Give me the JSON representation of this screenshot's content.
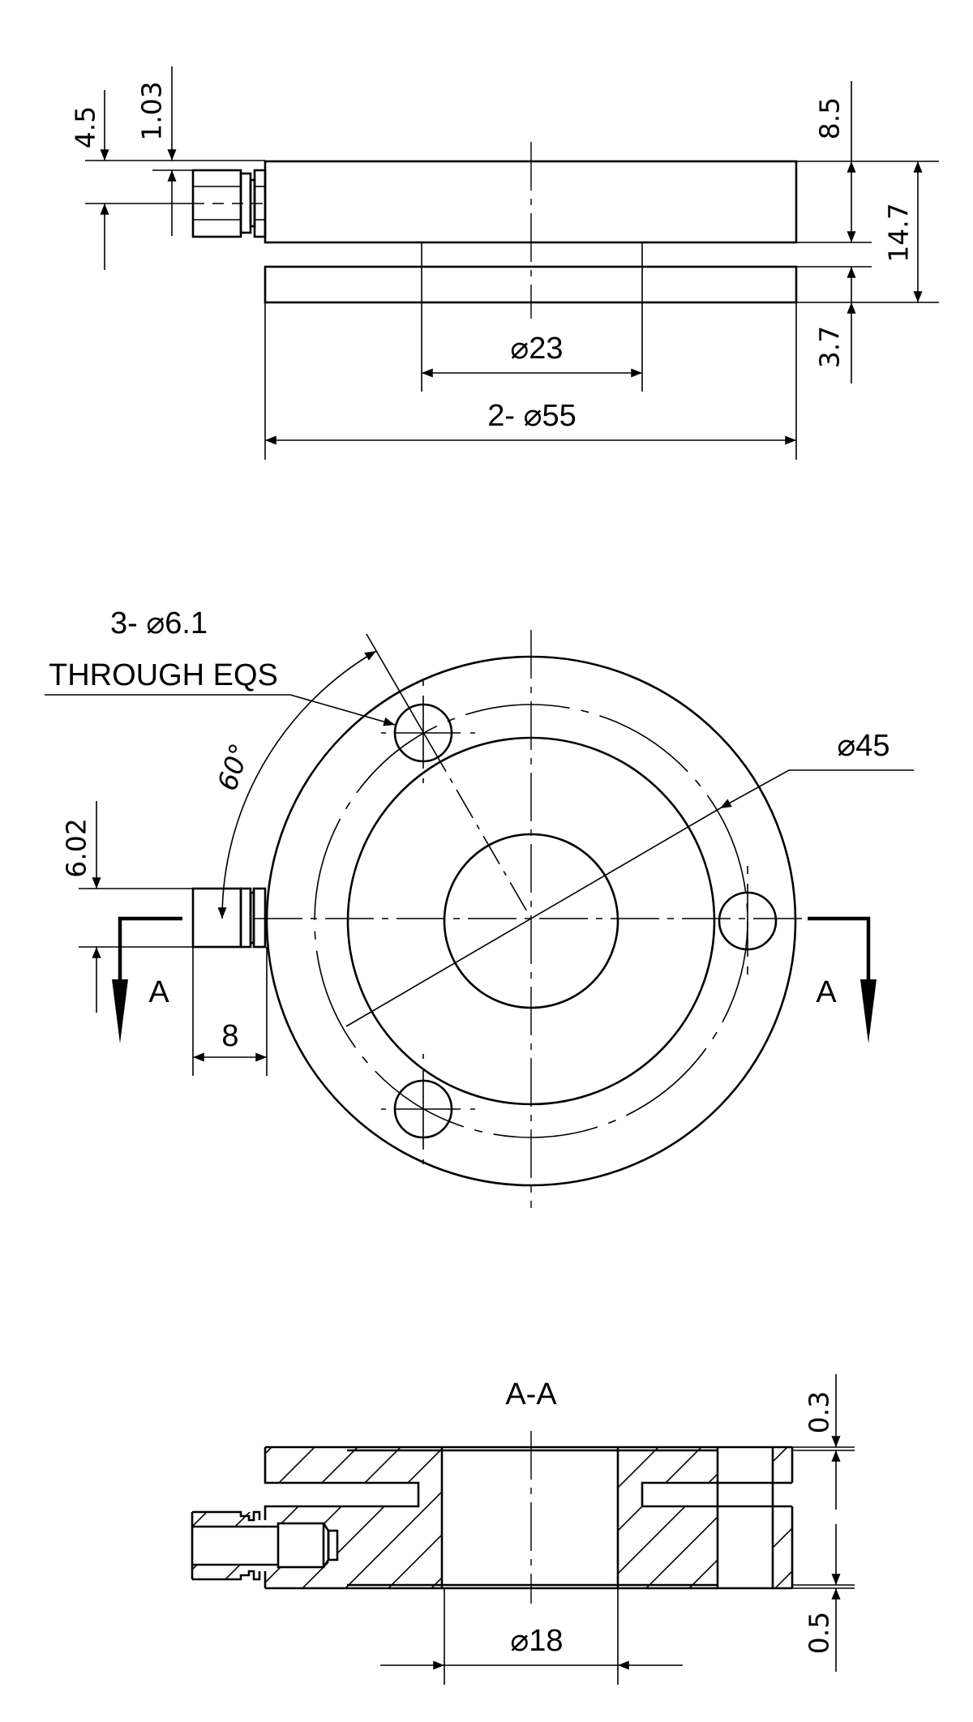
{
  "top_view": {
    "dim_connector_offset": "4.5",
    "dim_connector_top": "1.03",
    "dim_upper_height": "8.5",
    "dim_total_height": "14.7",
    "dim_lower_height": "3.7",
    "dim_inner_diameter": "⌀23",
    "dim_outer_diameter": "2- ⌀55"
  },
  "plan_view": {
    "hole_callout": "3- ⌀6.1",
    "hole_note": "THROUGH EQS",
    "angle": "60°",
    "pitch_diameter": "⌀45",
    "dim_connector_height": "6.02",
    "dim_connector_length": "8",
    "section_label_left": "A",
    "section_label_right": "A"
  },
  "section_view": {
    "title": "A-A",
    "dim_top_gap": "0.3",
    "dim_bottom_gap": "0.5",
    "dim_bore": "⌀18"
  }
}
